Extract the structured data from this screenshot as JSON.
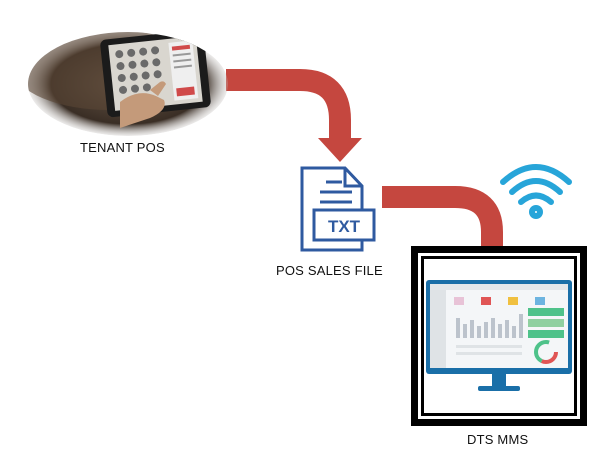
{
  "nodes": {
    "tenant_pos": {
      "label": "TENANT POS",
      "icon": "tablet-pos-photo"
    },
    "pos_sales_file": {
      "label": "POS SALES FILE",
      "badge": "TXT",
      "icon": "txt-file-icon"
    },
    "dts_mms": {
      "label": "DTS MMS",
      "icon": "monitor-dashboard-icon"
    }
  },
  "edges": [
    {
      "from": "tenant_pos",
      "to": "pos_sales_file"
    },
    {
      "from": "pos_sales_file",
      "to": "dts_mms"
    }
  ],
  "colors": {
    "arrow": "#c5473f",
    "file_blue": "#2f5aa0",
    "wifi": "#27a5d9",
    "monitor_frame": "#000000",
    "screen_blue": "#1a6fa8"
  },
  "wireless": {
    "icon": "wifi-icon"
  }
}
